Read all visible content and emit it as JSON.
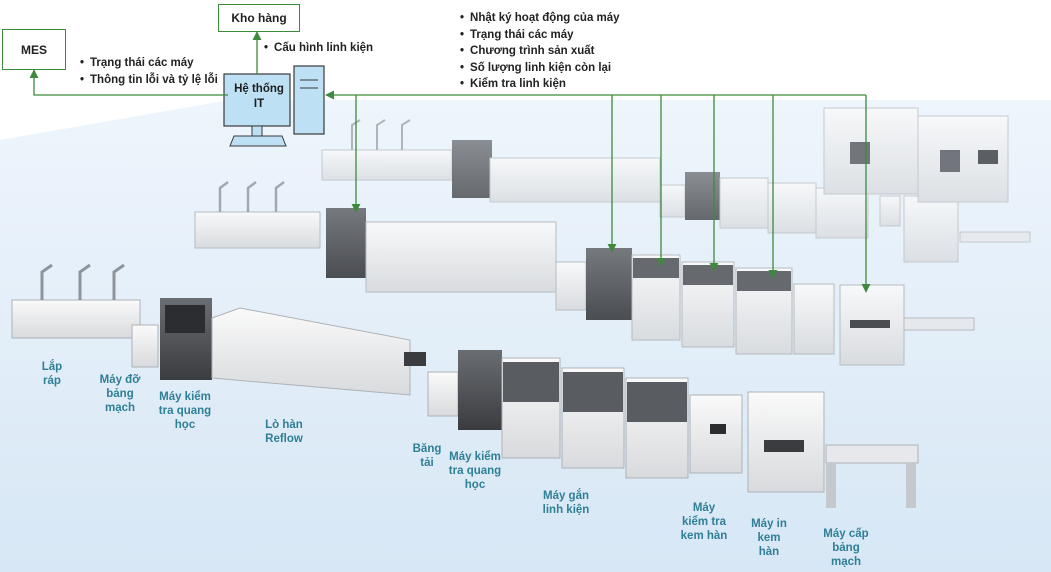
{
  "systems": {
    "mes": "MES",
    "warehouse": "Kho hàng",
    "it_system": "Hệ thống\nIT"
  },
  "mes_info": [
    "Trạng thái các máy",
    "Thông tin lỗi và tỷ lệ lỗi"
  ],
  "warehouse_info": [
    "Cấu hình linh kiện"
  ],
  "machine_info": [
    "Nhật ký hoạt động của máy",
    "Trạng thái các máy",
    "Chương trình sản xuất",
    "Số lượng linh kiện còn lại",
    "Kiểm tra linh kiện"
  ],
  "stations": {
    "assembly": "Lắp\nráp",
    "board_support": "Máy đỡ\nbảng\nmạch",
    "aoi_1": "Máy kiểm\ntra quang\nhọc",
    "reflow": "Lò hàn\nReflow",
    "conveyor": "Băng\ntải",
    "aoi_2": "Máy kiểm\ntra quang\nhọc",
    "pick_place": "Máy gắn\nlinh kiện",
    "spi": "Máy\nkiểm tra\nkem hàn",
    "printer": "Máy in\nkem\nhàn",
    "loader": "Máy cấp\nbảng\nmạch"
  },
  "colors": {
    "connector": "#3d8a3d",
    "label": "#2f7f96",
    "floor": "#dbe9f6"
  }
}
